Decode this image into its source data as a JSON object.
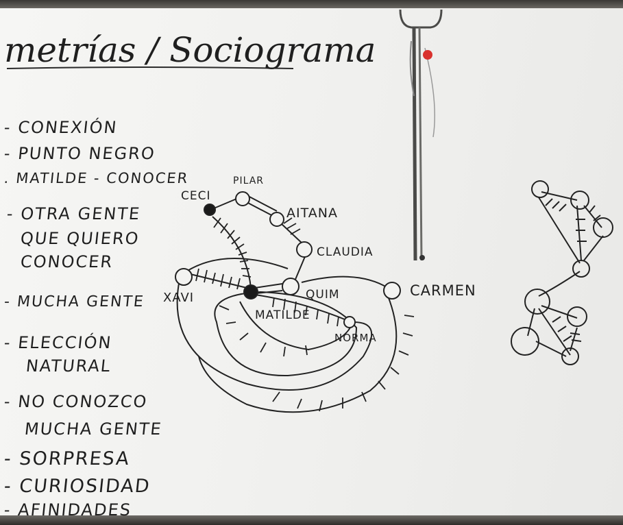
{
  "title": "metrías / Sociograma",
  "list_items": [
    "- CONEXIÓN",
    "- PUNTO NEGRO",
    ". MATILDE - CONOCER",
    "- OTRA GENTE",
    "QUE QUIERO",
    "CONOCER",
    "- MUCHA GENTE",
    "- ELECCIÓN",
    "NATURAL",
    "- NO CONOZCO",
    "MUCHA GENTE",
    "- SORPRESA",
    "- CURIOSIDAD",
    "- AFINIDADES"
  ],
  "names": {
    "ceci": "CECI",
    "pilar": "PILAR",
    "aitana": "AITANA",
    "claudia": "CLAUDIA",
    "carmen": "CARMEN",
    "xavi": "XAVI",
    "quim": "QUIM",
    "matilde": "MATILDE",
    "norma": "NORMA"
  },
  "colors": {
    "board": "#f3f3f1",
    "marker": "#1f1f1f",
    "frame": "#3c3a36",
    "magnet": "#d9322e"
  }
}
